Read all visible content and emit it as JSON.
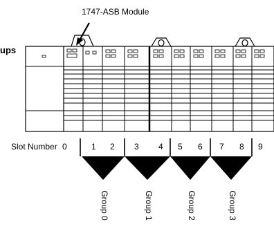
{
  "diagram": {
    "module_label": "1747-ASB Module",
    "groups_label": "ups",
    "slot_number_label": "Slot Number",
    "slots": [
      "0",
      "1",
      "2",
      "3",
      "4",
      "5",
      "6",
      "7",
      "8",
      "9"
    ],
    "groups": [
      "Group 0",
      "Group 1",
      "Group 2",
      "Group 3"
    ]
  }
}
